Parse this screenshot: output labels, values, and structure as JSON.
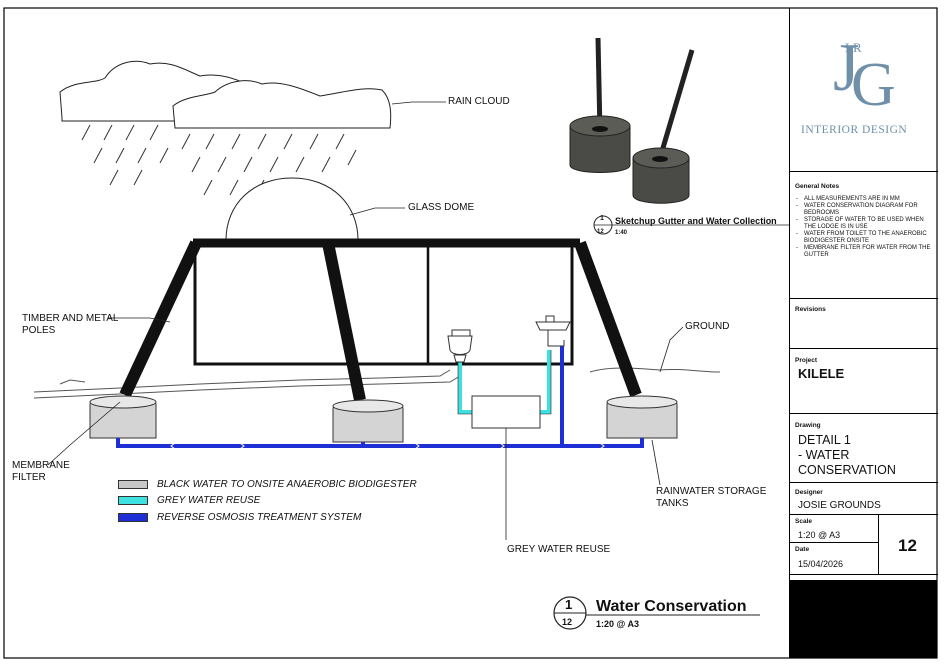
{
  "labels": {
    "rain_cloud": "RAIN CLOUD",
    "glass_dome": "GLASS DOME",
    "timber_poles": "TIMBER AND METAL\nPOLES",
    "ground": "GROUND",
    "membrane_filter": "MEMBRANE\nFILTER",
    "rainwater_tanks": "RAINWATER STORAGE\nTANKS",
    "grey_water_reuse": "GREY WATER REUSE"
  },
  "legend": [
    {
      "label": "BLACK WATER TO ONSITE ANAEROBIC BIODIGESTER",
      "color": "#c8c8c8"
    },
    {
      "label": "GREY WATER REUSE",
      "color": "#3fe0e0"
    },
    {
      "label": "REVERSE OSMOSIS TREATMENT SYSTEM",
      "color": "#1f2fd6"
    }
  ],
  "sketch_view": {
    "title": "Sketchup Gutter and Water Collection",
    "number": "1",
    "sheet": "12",
    "scale": "1:40"
  },
  "main_view": {
    "title": "Water Conservation",
    "number": "1",
    "sheet": "12",
    "scale": "1:20 @ A3"
  },
  "logo": {
    "monogram": "LR",
    "letters_j": "J",
    "letters_g": "G",
    "tagline": "INTERIOR DESIGN",
    "color": "#6f90a8"
  },
  "title_block": {
    "general_notes_title": "General Notes",
    "notes": [
      "ALL MEASUREMENTS ARE IN MM",
      "WATER CONSERVATION DIAGRAM FOR BEDROOMS",
      "STORAGE OF WATER TO BE USED WHEN THE LODGE IS IN USE",
      "WATER FROM TOILET TO THE ANAEROBIC BIODIGESTER ONSITE",
      "MEMBRANE FILTER FOR WATER FROM THE GUTTER"
    ],
    "revisions_label": "Revisions",
    "project_label": "Project",
    "project_value": "KILELE",
    "drawing_label": "Drawing",
    "drawing_value": "DETAIL 1\n- WATER\nCONSERVATION",
    "designer_label": "Designer",
    "designer_value": "JOSIE GROUNDS",
    "scale_label": "Scale",
    "scale_value": "1:20 @ A3",
    "date_label": "Date",
    "date_value": "15/04/2026",
    "sheet_number": "12"
  }
}
